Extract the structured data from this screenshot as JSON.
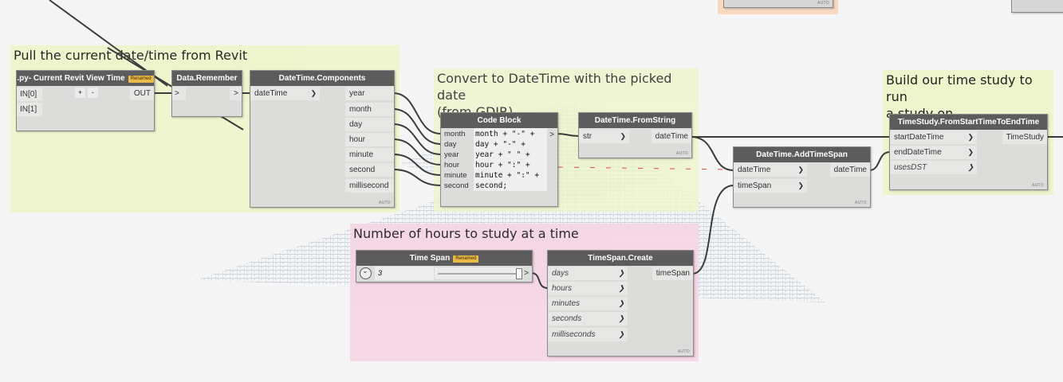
{
  "groups": {
    "revit": {
      "title": "Pull the current date/time from Revit"
    },
    "convert": {
      "title": "Convert to DateTime with the picked date\n(from GDIR)"
    },
    "study": {
      "title": "Build our time study to run\na study on"
    },
    "hours": {
      "title": "Number of hours to study at a time"
    }
  },
  "nodes": {
    "py_view_time": {
      "title": ".py- Current Revit View Time",
      "badge": "Renamed",
      "inputs": [
        "IN[0]",
        "IN[1]"
      ],
      "output": "OUT",
      "add": "+",
      "remove": "-"
    },
    "data_remember": {
      "title": "Data.Remember",
      "input": ">",
      "output": ">"
    },
    "dt_components": {
      "title": "DateTime.Components",
      "input": "dateTime",
      "outputs": [
        "year",
        "month",
        "day",
        "hour",
        "minute",
        "second",
        "millisecond"
      ],
      "auto": "AUTO"
    },
    "code_block": {
      "title": "Code Block",
      "inputs": [
        "month",
        "day",
        "year",
        "hour",
        "minute",
        "second"
      ],
      "lines": [
        "month + \"-\" +",
        "day + \"-\" +",
        "year + \" \" +",
        "hour + \":\" +",
        "minute + \":\" +",
        "second;"
      ],
      "output": ">"
    },
    "dt_fromstring": {
      "title": "DateTime.FromString",
      "input": "str",
      "output": "dateTime",
      "auto": "AUTO"
    },
    "dt_addtimespan": {
      "title": "DateTime.AddTimeSpan",
      "inputs": [
        "dateTime",
        "timeSpan"
      ],
      "output": "dateTime",
      "auto": "AUTO"
    },
    "timestudy": {
      "title": "TimeStudy.FromStartTimeToEndTime",
      "inputs": [
        "startDateTime",
        "endDateTime",
        "usesDST"
      ],
      "output": "TimeStudy",
      "auto": "AUTO"
    },
    "time_span_slider": {
      "title": "Time Span",
      "badge": "Renamed",
      "value": "3",
      "slider_position": 1.0,
      "output": ">"
    },
    "timespan_create": {
      "title": "TimeSpan.Create",
      "inputs": [
        "days",
        "hours",
        "minutes",
        "seconds",
        "milliseconds"
      ],
      "output": "timeSpan",
      "auto": "AUTO"
    },
    "partial_top_left": {
      "auto": "AUTO"
    },
    "partial_top_right": {}
  },
  "colors": {
    "canvas": "#f5f5f5",
    "group_green": "#eef5cc",
    "group_pink": "#f7d6e6",
    "group_orange": "#f8d9c2",
    "node_header": "#5c5c5c",
    "node_body": "#dcdcda",
    "wire": "#3c3c3c"
  }
}
